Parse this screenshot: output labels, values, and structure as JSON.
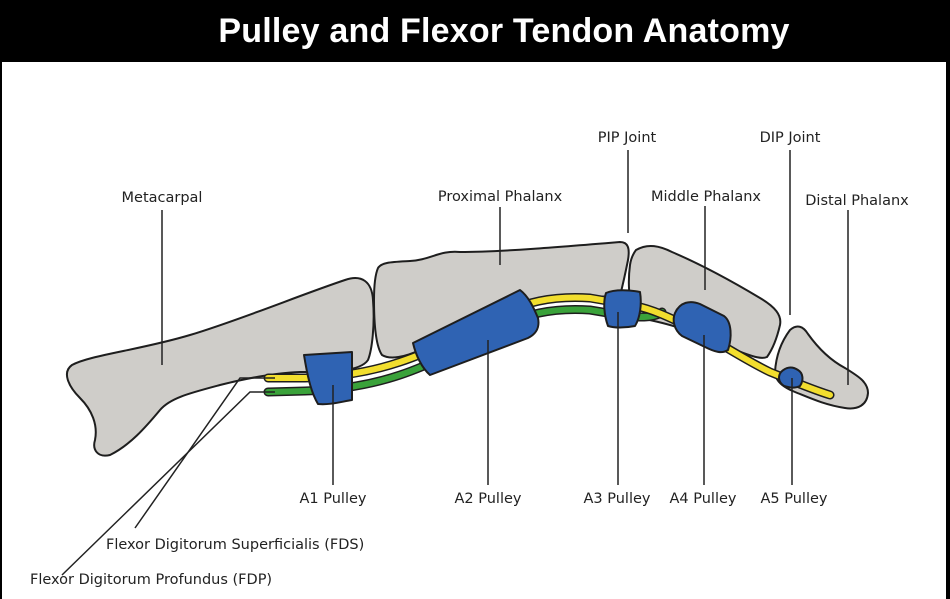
{
  "title": "Pulley and Flexor Tendon Anatomy",
  "colors": {
    "bone": "#cfcdc9",
    "pulley": "#2f63b3",
    "fds_tendon": "#f2de2e",
    "fdp_tendon": "#3aa23a",
    "outline": "#1e1e1e",
    "title_bg": "#000000",
    "title_text": "#ffffff"
  },
  "bones": [
    {
      "id": "metacarpal",
      "label": "Metacarpal"
    },
    {
      "id": "proximal-phalanx",
      "label": "Proximal Phalanx"
    },
    {
      "id": "middle-phalanx",
      "label": "Middle Phalanx"
    },
    {
      "id": "distal-phalanx",
      "label": "Distal Phalanx"
    }
  ],
  "joints": [
    {
      "id": "pip-joint",
      "label": "PIP Joint"
    },
    {
      "id": "dip-joint",
      "label": "DIP Joint"
    }
  ],
  "pulleys": [
    {
      "id": "a1",
      "label": "A1 Pulley"
    },
    {
      "id": "a2",
      "label": "A2 Pulley"
    },
    {
      "id": "a3",
      "label": "A3 Pulley"
    },
    {
      "id": "a4",
      "label": "A4 Pulley"
    },
    {
      "id": "a5",
      "label": "A5 Pulley"
    }
  ],
  "tendons": [
    {
      "id": "fds",
      "label": "Flexor Digitorum Superficialis (FDS)"
    },
    {
      "id": "fdp",
      "label": "Flexor Digitorum Profundus (FDP)"
    }
  ]
}
